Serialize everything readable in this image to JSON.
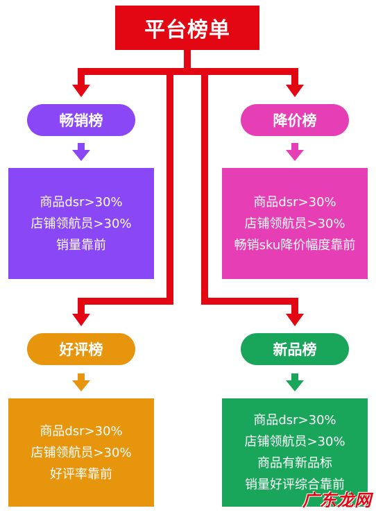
{
  "title": "平台榜单",
  "colors": {
    "red": "#e30613",
    "purple": "#8a47f5",
    "pink": "#e63fb5",
    "orange": "#e8950e",
    "green": "#1aa65a"
  },
  "boards": [
    {
      "name": "畅销榜",
      "lines": [
        "商品dsr>30%",
        "店铺领航员>30%",
        "销量靠前"
      ]
    },
    {
      "name": "降价榜",
      "lines": [
        "商品dsr>30%",
        "店铺领航员>30%",
        "畅销sku降价幅度靠前"
      ]
    },
    {
      "name": "好评榜",
      "lines": [
        "商品dsr>30%",
        "店铺领航员>30%",
        "好评率靠前"
      ]
    },
    {
      "name": "新品榜",
      "lines": [
        "商品dsr>30%",
        "店铺领航员>30%",
        "商品有新品标",
        "销量好评综合靠前"
      ]
    }
  ],
  "watermark": "广东龙网"
}
